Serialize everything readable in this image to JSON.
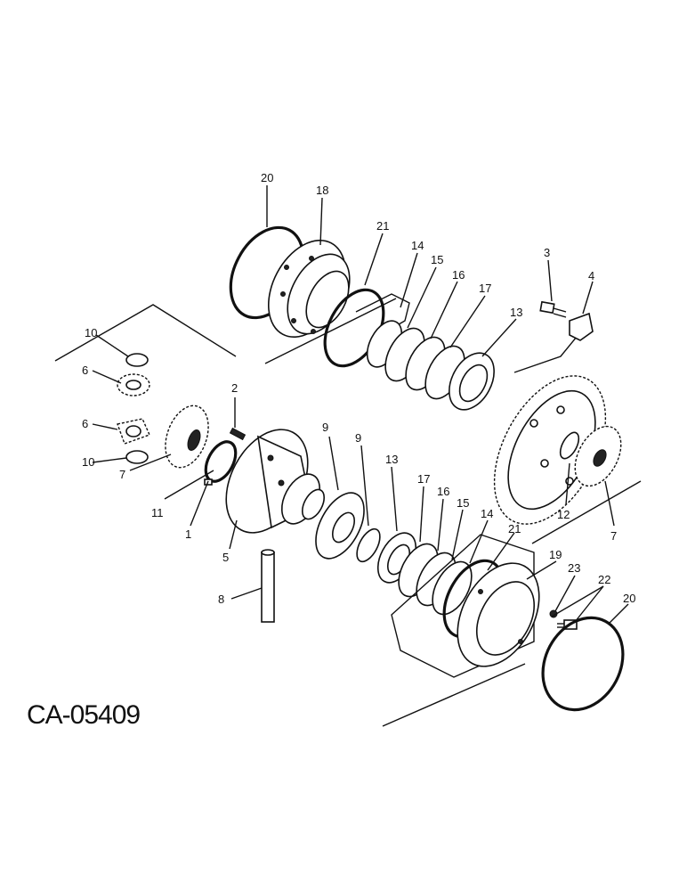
{
  "drawing_code": "CA-05409",
  "callouts": [
    {
      "id": "c1",
      "text": "1"
    },
    {
      "id": "c2",
      "text": "2"
    },
    {
      "id": "c3",
      "text": "3"
    },
    {
      "id": "c4",
      "text": "4"
    },
    {
      "id": "c5",
      "text": "5"
    },
    {
      "id": "c6a",
      "text": "6"
    },
    {
      "id": "c6b",
      "text": "6"
    },
    {
      "id": "c7a",
      "text": "7"
    },
    {
      "id": "c7b",
      "text": "7"
    },
    {
      "id": "c8",
      "text": "8"
    },
    {
      "id": "c9a",
      "text": "9"
    },
    {
      "id": "c9b",
      "text": "9"
    },
    {
      "id": "c10a",
      "text": "10"
    },
    {
      "id": "c10b",
      "text": "10"
    },
    {
      "id": "c11",
      "text": "11"
    },
    {
      "id": "c12",
      "text": "12"
    },
    {
      "id": "c13a",
      "text": "13"
    },
    {
      "id": "c13b",
      "text": "13"
    },
    {
      "id": "c14a",
      "text": "14"
    },
    {
      "id": "c14b",
      "text": "14"
    },
    {
      "id": "c15a",
      "text": "15"
    },
    {
      "id": "c15b",
      "text": "15"
    },
    {
      "id": "c16a",
      "text": "16"
    },
    {
      "id": "c16b",
      "text": "16"
    },
    {
      "id": "c17a",
      "text": "17"
    },
    {
      "id": "c17b",
      "text": "17"
    },
    {
      "id": "c18",
      "text": "18"
    },
    {
      "id": "c19",
      "text": "19"
    },
    {
      "id": "c20a",
      "text": "20"
    },
    {
      "id": "c20b",
      "text": "20"
    },
    {
      "id": "c21a",
      "text": "21"
    },
    {
      "id": "c21b",
      "text": "21"
    },
    {
      "id": "c22",
      "text": "22"
    },
    {
      "id": "c23",
      "text": "23"
    }
  ]
}
